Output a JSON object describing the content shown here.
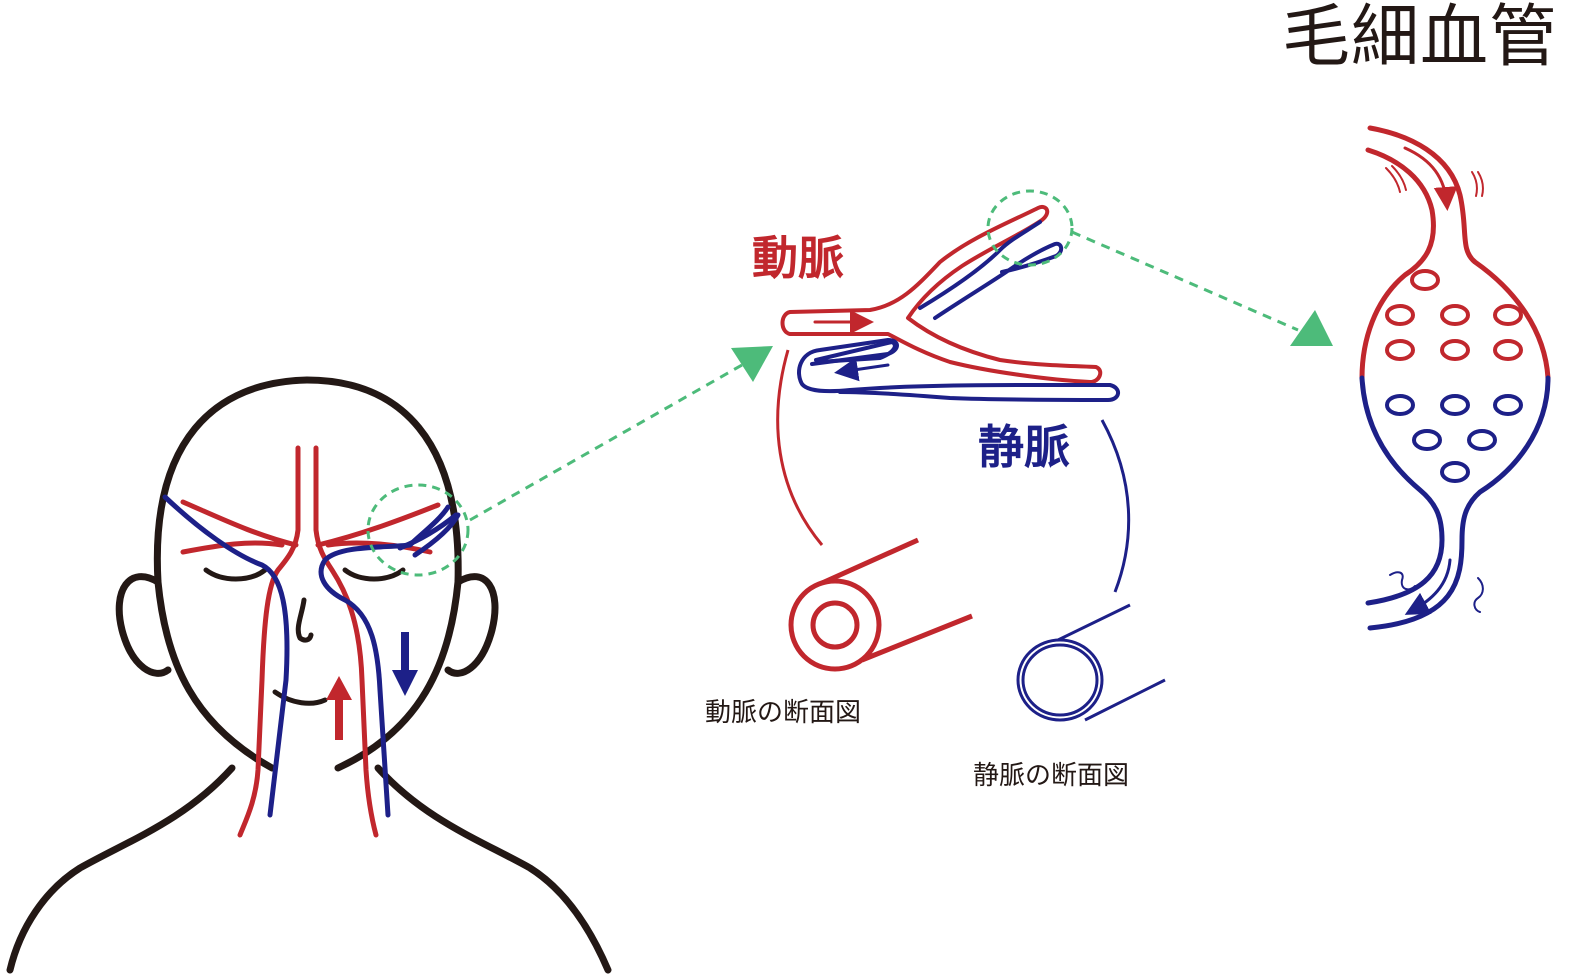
{
  "title": "毛細血管",
  "labels": {
    "artery": "動脈",
    "vein": "静脈",
    "artery_cross_section": "動脈の断面図",
    "vein_cross_section": "静脈の断面図"
  },
  "colors": {
    "artery": "#c1272d",
    "vein": "#1d2088",
    "outline": "#231815",
    "zoom_indicator": "#4dbb7a"
  },
  "icons": {
    "arrow_up": "flow-up-arrow-icon",
    "arrow_down": "flow-down-arrow-icon",
    "zoom_marker": "green-triangle-icon"
  }
}
